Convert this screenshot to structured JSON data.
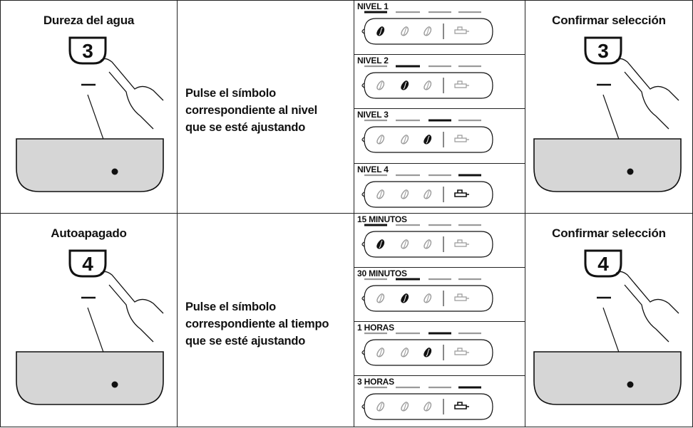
{
  "sections": [
    {
      "id": "water",
      "left_title": "Dureza del agua",
      "button_number": "3",
      "instruction_lines": [
        "Pulse el símbolo",
        "correspondiente al nivel",
        "que se esté ajustando"
      ],
      "options": [
        {
          "label": "NIVEL 1",
          "selected": 1
        },
        {
          "label": "NIVEL 2",
          "selected": 2
        },
        {
          "label": "NIVEL 3",
          "selected": 3
        },
        {
          "label": "NIVEL 4",
          "selected": 4
        }
      ],
      "right_title": "Confirmar selección"
    },
    {
      "id": "autooff",
      "left_title": "Autoapagado",
      "button_number": "4",
      "instruction_lines": [
        "Pulse el símbolo",
        "correspondiente al tiempo",
        "que se esté ajustando"
      ],
      "options": [
        {
          "label": "15 MINUTOS",
          "selected": 1
        },
        {
          "label": "30 MINUTOS",
          "selected": 2
        },
        {
          "label": "1 HORAS",
          "selected": 3
        },
        {
          "label": "3 HORAS",
          "selected": 4
        }
      ],
      "right_title": "Confirmar selección"
    }
  ],
  "icons": [
    "coffee-bean-icon",
    "coffee-bean-icon",
    "coffee-bean-icon",
    "hot-water-spout-icon",
    "finger-press-icon",
    "indicator-light-icon"
  ],
  "colors": {
    "border": "#222222",
    "display_fill": "#d6d6d6",
    "inactive_icon": "#9a9a9a",
    "active_icon": "#111111"
  }
}
